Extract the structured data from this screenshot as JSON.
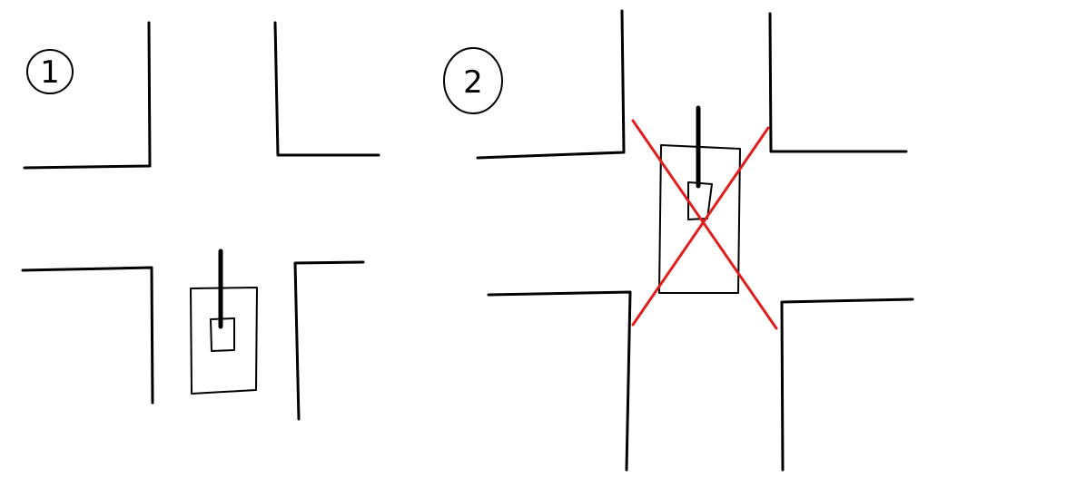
{
  "panels": [
    {
      "id": 1,
      "label": "1",
      "crossed_out": false
    },
    {
      "id": 2,
      "label": "2",
      "crossed_out": true
    }
  ],
  "colors": {
    "ink": "#000000",
    "cross": "#e01e1e",
    "background": "#ffffff"
  }
}
